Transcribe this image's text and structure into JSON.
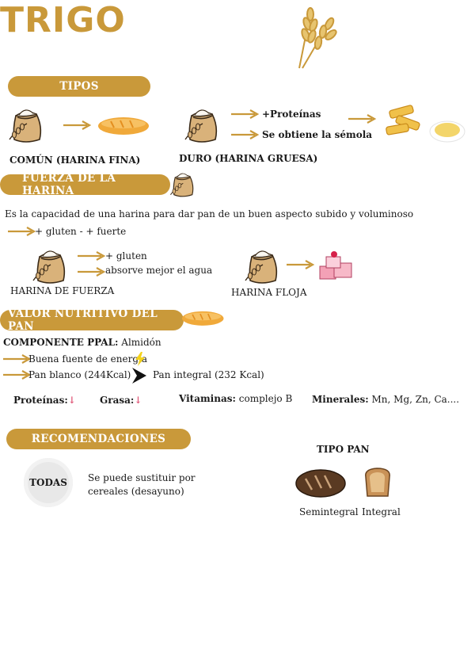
{
  "header": {
    "title": "TRIGO"
  },
  "tipos": {
    "heading": "TIPOS",
    "comun_label": "COMÚN (HARINA FINA)",
    "duro_label": "DURO (HARINA GRUESA)",
    "proteinas": "+Proteínas",
    "semola": "Se obtiene la sémola"
  },
  "fuerza": {
    "heading": "FUERZA DE LA HARINA",
    "definition": "Es la capacidad de una harina para dar pan de un buen aspecto subido y voluminoso",
    "rule": "+ gluten - + fuerte",
    "gluten": "+ gluten",
    "absorbe": "absorve mejor el agua",
    "fuerza_label": "HARINA DE FUERZA",
    "floja_label": "HARINA FLOJA"
  },
  "valor": {
    "heading": "VALOR NUTRITIVO DEL PAN",
    "componente_label": "COMPONENTE PPAL:",
    "componente_value": "Almidón",
    "energia": "Buena fuente de energía",
    "blanco": "Pan blanco (244Kcal)",
    "integral": "Pan integral (232 Kcal)",
    "proteinas_label": "Proteínas:",
    "grasa_label": "Grasa:",
    "vitaminas_label": "Vitaminas:",
    "vitaminas_value": "complejo B",
    "minerales_label": "Minerales:",
    "minerales_value": "Mn, Mg, Zn, Ca....",
    "down_arrow": "↓"
  },
  "recomendaciones": {
    "heading": "RECOMENDACIONES",
    "todas": "TODAS",
    "line1": "Se puede sustituir por",
    "line2": "cereales (desayuno)",
    "tipo_pan_heading": "TIPO PAN",
    "semintegral": "Semintegral",
    "integral": "Integral"
  },
  "colors": {
    "accent": "#c9993a",
    "down": "#e05a7a"
  }
}
